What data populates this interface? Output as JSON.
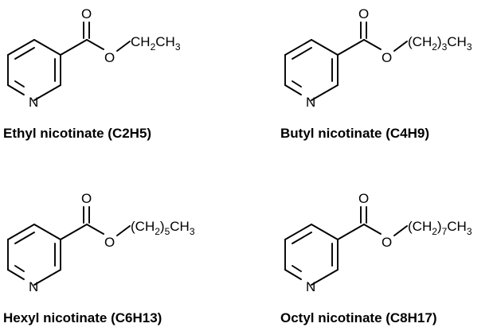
{
  "atoms": {
    "oxygen": "O",
    "nitrogen": "N"
  },
  "compounds": [
    {
      "name": "Ethyl nicotinate (C2H5)",
      "chain_segments": [
        {
          "text": "CH",
          "sub": false
        },
        {
          "text": "2",
          "sub": true
        },
        {
          "text": "CH",
          "sub": false
        },
        {
          "text": "3",
          "sub": true
        }
      ]
    },
    {
      "name": "Butyl nicotinate (C4H9)",
      "chain_segments": [
        {
          "text": "(CH",
          "sub": false
        },
        {
          "text": "2",
          "sub": true
        },
        {
          "text": ")",
          "sub": false
        },
        {
          "text": "3",
          "sub": true
        },
        {
          "text": "CH",
          "sub": false
        },
        {
          "text": "3",
          "sub": true
        }
      ]
    },
    {
      "name": "Hexyl nicotinate (C6H13)",
      "chain_segments": [
        {
          "text": "(CH",
          "sub": false
        },
        {
          "text": "2",
          "sub": true
        },
        {
          "text": ")",
          "sub": false
        },
        {
          "text": "5",
          "sub": true
        },
        {
          "text": "CH",
          "sub": false
        },
        {
          "text": "3",
          "sub": true
        }
      ]
    },
    {
      "name": "Octyl nicotinate (C8H17)",
      "chain_segments": [
        {
          "text": "(CH",
          "sub": false
        },
        {
          "text": "2",
          "sub": true
        },
        {
          "text": ")",
          "sub": false
        },
        {
          "text": "7",
          "sub": true
        },
        {
          "text": "CH",
          "sub": false
        },
        {
          "text": "3",
          "sub": true
        }
      ]
    }
  ]
}
